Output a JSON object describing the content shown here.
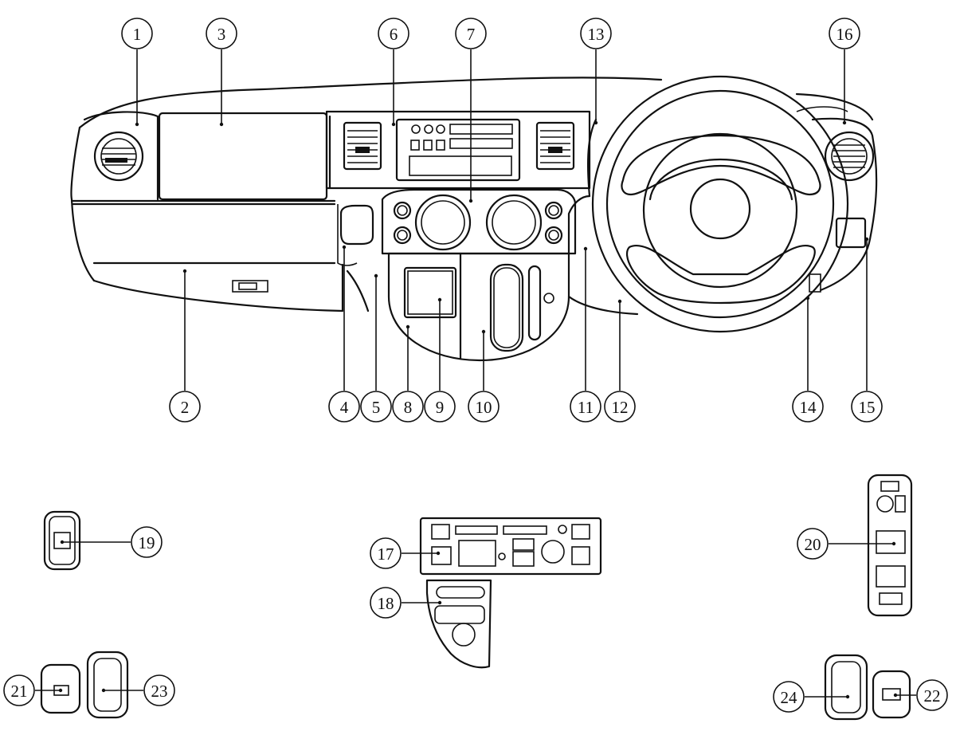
{
  "diagram": {
    "type": "dashboard-parts-callout-diagram",
    "callouts": [
      {
        "id": "c1",
        "label": "1"
      },
      {
        "id": "c2",
        "label": "2"
      },
      {
        "id": "c3",
        "label": "3"
      },
      {
        "id": "c4",
        "label": "4"
      },
      {
        "id": "c5",
        "label": "5"
      },
      {
        "id": "c6",
        "label": "6"
      },
      {
        "id": "c7",
        "label": "7"
      },
      {
        "id": "c8",
        "label": "8"
      },
      {
        "id": "c9",
        "label": "9"
      },
      {
        "id": "c10",
        "label": "10"
      },
      {
        "id": "c11",
        "label": "11"
      },
      {
        "id": "c12",
        "label": "12"
      },
      {
        "id": "c13",
        "label": "13"
      },
      {
        "id": "c14",
        "label": "14"
      },
      {
        "id": "c15",
        "label": "15"
      },
      {
        "id": "c16",
        "label": "16"
      },
      {
        "id": "c17",
        "label": "17"
      },
      {
        "id": "c18",
        "label": "18"
      },
      {
        "id": "c19",
        "label": "19"
      },
      {
        "id": "c20",
        "label": "20"
      },
      {
        "id": "c21",
        "label": "21"
      },
      {
        "id": "c22",
        "label": "22"
      },
      {
        "id": "c23",
        "label": "23"
      },
      {
        "id": "c24",
        "label": "24"
      }
    ]
  }
}
